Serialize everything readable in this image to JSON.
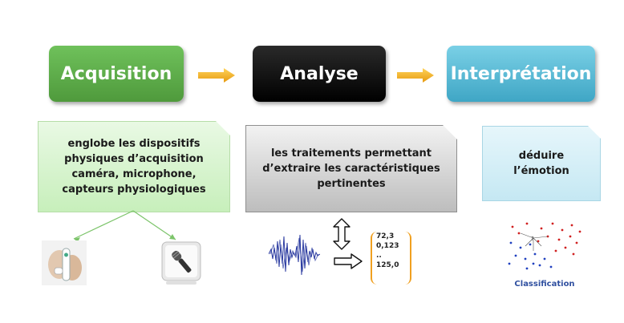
{
  "steps": [
    {
      "label": "Acquisition",
      "color": "#5aa845"
    },
    {
      "label": "Analyse",
      "color": "#000000"
    },
    {
      "label": "Interprétation",
      "color": "#4cb3d2"
    }
  ],
  "notes": [
    {
      "lines": [
        "englobe les dispositifs",
        "physiques d’acquisition",
        "caméra, microphone,",
        "capteurs physiologiques"
      ]
    },
    {
      "lines": [
        "les traitements permettant",
        "d’extraire les caractéristiques",
        "pertinentes"
      ]
    },
    {
      "lines": [
        "déduire",
        "l’émotion"
      ]
    }
  ],
  "feature_values": [
    "72,3",
    "0,123",
    "..",
    "125,0"
  ],
  "classification_label": "Classification",
  "colors": {
    "arrow": "#f0a020",
    "connector": "#7cc46a",
    "class_a": "#d02020",
    "class_b": "#2040c0"
  },
  "icons": [
    "wii-remote-icon",
    "microphone-icon",
    "waveform-icon",
    "double-arrow-icon",
    "right-arrow-icon",
    "scatter-plot-icon"
  ]
}
